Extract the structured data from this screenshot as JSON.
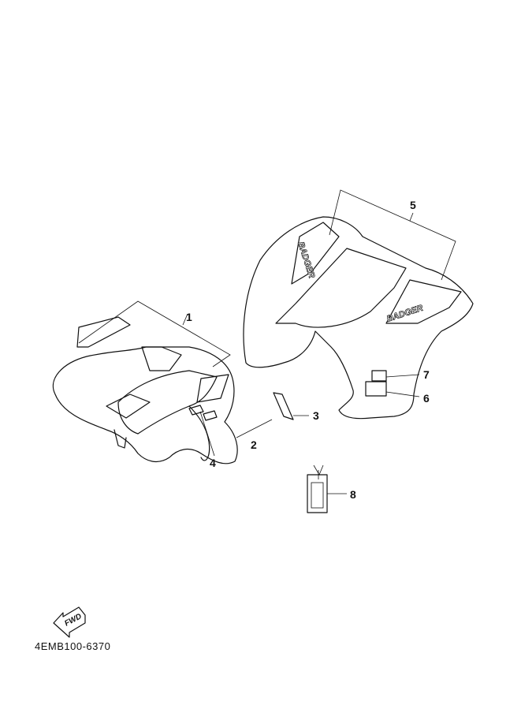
{
  "diagram": {
    "code": "4EMB100-6370",
    "fwd_label": "FWD",
    "logo_text": "BADGER",
    "callouts": [
      {
        "id": "1"
      },
      {
        "id": "2"
      },
      {
        "id": "3"
      },
      {
        "id": "4"
      },
      {
        "id": "5"
      },
      {
        "id": "6"
      },
      {
        "id": "7"
      },
      {
        "id": "8"
      }
    ]
  }
}
